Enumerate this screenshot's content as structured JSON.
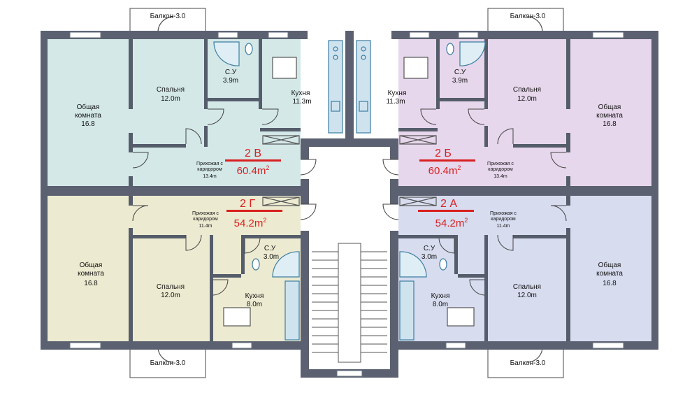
{
  "colors": {
    "wall": "#5b6170",
    "wall_dark": "#474c59",
    "room_b": "#d4e8e8",
    "room_v": "#e7d7ec",
    "room_g": "#ecead0",
    "room_a": "#d7dcef",
    "accent_red": "#d92020",
    "window": "#ffffff",
    "fixture": "#3c7da0"
  },
  "balconies": {
    "top_left": "Балкон-3.0",
    "top_right": "Балкон-3.0",
    "bottom_left": "Балкон-3.0",
    "bottom_right": "Балкон-3.0"
  },
  "apartments": {
    "b": {
      "id": "2 В",
      "area": "60.4m",
      "exp": "2",
      "living": {
        "name1": "Общая",
        "name2": "комната",
        "size": "16.8"
      },
      "bedroom": {
        "name": "Спальня",
        "size": "12.0m"
      },
      "wc": {
        "name": "С.У",
        "size": "3.9m"
      },
      "kitchen": {
        "name": "Кухня",
        "size": "11.3m"
      },
      "hall": {
        "name1": "Прихожая с",
        "name2": "каридором",
        "size": "13.4m"
      }
    },
    "v": {
      "id": "2 Б",
      "area": "60.4m",
      "exp": "2",
      "living": {
        "name1": "Общая",
        "name2": "комната",
        "size": "16.8"
      },
      "bedroom": {
        "name": "Спальня",
        "size": "12.0m"
      },
      "wc": {
        "name": "С.У",
        "size": "3.9m"
      },
      "kitchen": {
        "name": "Кухня",
        "size": "11.3m"
      },
      "hall": {
        "name1": "Прихожая с",
        "name2": "каридором",
        "size": "13.4m"
      }
    },
    "g": {
      "id": "2 Г",
      "area": "54.2m",
      "exp": "2",
      "living": {
        "name1": "Общая",
        "name2": "комната",
        "size": "16.8"
      },
      "bedroom": {
        "name": "Спальня",
        "size": "12.0m"
      },
      "wc": {
        "name": "С.У",
        "size": "3.0m"
      },
      "kitchen": {
        "name": "Кухня",
        "size": "8.0m"
      },
      "hall": {
        "name1": "Прихожая с",
        "name2": "каридором",
        "size": "11.4m"
      }
    },
    "a": {
      "id": "2 А",
      "area": "54.2m",
      "exp": "2",
      "living": {
        "name1": "Общая",
        "name2": "комната",
        "size": "16.8"
      },
      "bedroom": {
        "name": "Спальня",
        "size": "12.0m"
      },
      "wc": {
        "name": "С.У",
        "size": "3.0m"
      },
      "kitchen": {
        "name": "Кухня",
        "size": "8.0m"
      },
      "hall": {
        "name1": "Прихожая с",
        "name2": "каридором",
        "size": "11.4m"
      }
    }
  }
}
